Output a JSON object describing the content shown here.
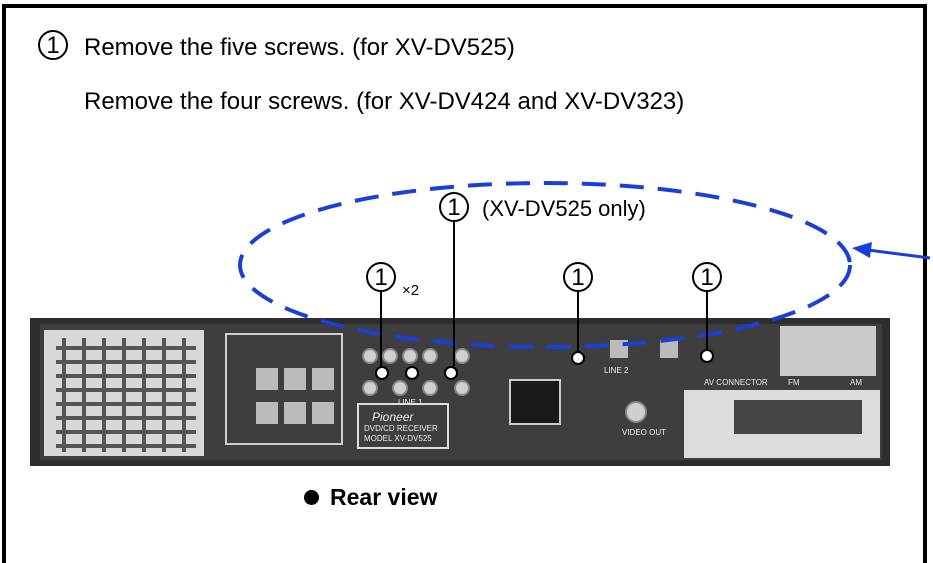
{
  "instructions": {
    "step_number": "1",
    "line1": "Remove the five screws. (for XV-DV525)",
    "line2": "Remove the four screws. (for XV-DV424 and XV-DV323)"
  },
  "callouts": {
    "step_number": "1",
    "xv_dv525_only": "(XV-DV525 only)",
    "multiplier": "×2"
  },
  "device": {
    "brand": "Pioneer",
    "subtitle": "DVD/CD RECEIVER",
    "model": "MODEL XV-DV525",
    "port_labels": {
      "line1": "LINE 1",
      "line2": "LINE 2",
      "video_out": "VIDEO OUT",
      "av_connector": "AV CONNECTOR",
      "fm": "FM",
      "am": "AM"
    }
  },
  "caption": {
    "text": "Rear view"
  },
  "colors": {
    "highlight": "#1a3fd9",
    "frame": "#000000",
    "device_panel": "#3a3a3a"
  }
}
